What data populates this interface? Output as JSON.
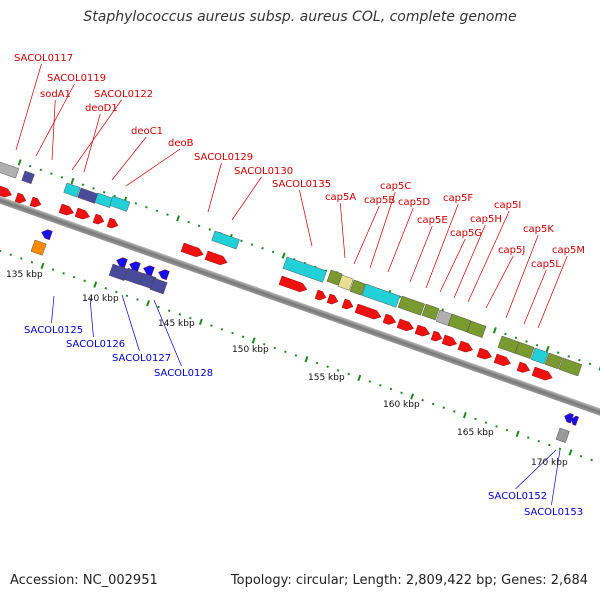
{
  "title": "Staphylococcus aureus subsp. aureus COL, complete genome",
  "accession_text": "Accession: NC_002951",
  "summary_text": "Topology: circular; Length: 2,809,422 bp; Genes: 2,684",
  "colors": {
    "forward_label": "#cc0000",
    "reverse_label": "#0000cc",
    "forward_gene": "#ee1111",
    "reverse_gene": "#1111ee",
    "backbone": "#888888",
    "tick": "#1a8a1a",
    "cyan_feature": "#22d0d8",
    "olive_feature": "#7a9a30",
    "slate_feature": "#4a4a9a",
    "gray_feature": "#b0b0b0",
    "orange_feature": "#ff8c00"
  },
  "scale_labels": [
    {
      "text": "135 kbp",
      "kbp": 135
    },
    {
      "text": "140 kbp",
      "kbp": 140
    },
    {
      "text": "145 kbp",
      "kbp": 145
    },
    {
      "text": "150 kbp",
      "kbp": 150
    },
    {
      "text": "155 kbp",
      "kbp": 155
    },
    {
      "text": "160 kbp",
      "kbp": 160
    },
    {
      "text": "165 kbp",
      "kbp": 165
    },
    {
      "text": "170 kbp",
      "kbp": 170
    }
  ],
  "forward_labels": [
    "SACOL0117",
    "SACOL0119",
    "sodA1",
    "SACOL0122",
    "deoD1",
    "deoC1",
    "deoB",
    "SACOL0129",
    "SACOL0130",
    "SACOL0135",
    "cap5A",
    "cap5B",
    "cap5C",
    "cap5D",
    "cap5E",
    "cap5F",
    "cap5G",
    "cap5H",
    "cap5I",
    "cap5J",
    "cap5K",
    "cap5L",
    "cap5M"
  ],
  "reverse_labels": [
    "SACOL0125",
    "SACOL0126",
    "SACOL0127",
    "SACOL0128",
    "SACOL0152",
    "SACOL0153"
  ]
}
